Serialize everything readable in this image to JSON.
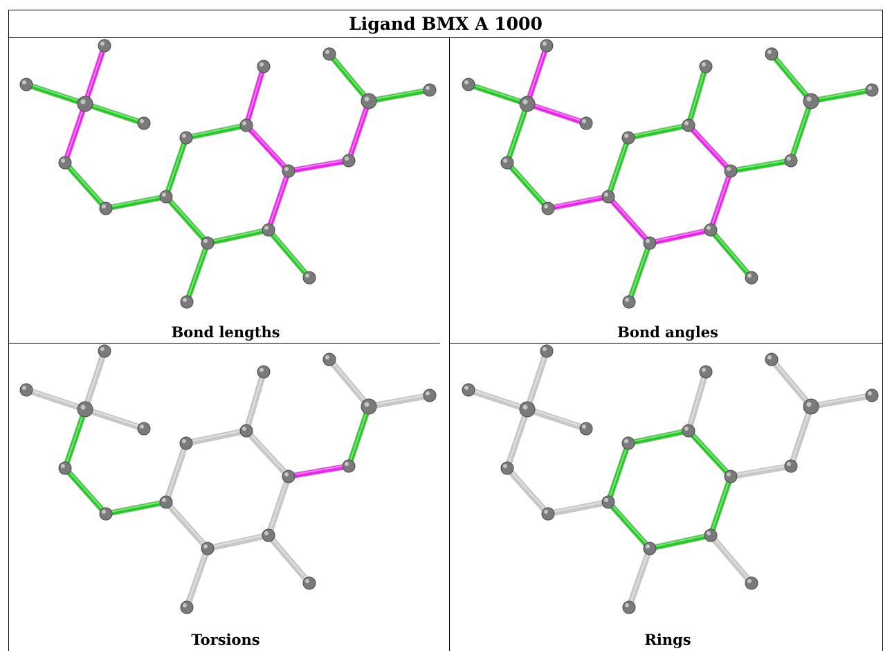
{
  "title": "Ligand BMX A 1000",
  "colors": {
    "green": "#22cc22",
    "magenta": "#ee22ee",
    "gray": "#c8c8c8",
    "atom": "#7a7a7a"
  },
  "atoms": [
    "a0",
    "a1",
    "a2",
    "a3",
    "a4",
    "a5",
    "a6",
    "a7",
    "a8",
    "a9",
    "a10",
    "a11",
    "a12",
    "a13",
    "a14",
    "a15",
    "a16",
    "a17"
  ],
  "bonds": [
    [
      "a0",
      "a3"
    ],
    [
      "a1",
      "a3"
    ],
    [
      "a2",
      "a3"
    ],
    [
      "a3",
      "a4"
    ],
    [
      "a4",
      "a5"
    ],
    [
      "a5",
      "a6"
    ],
    [
      "a6",
      "a7"
    ],
    [
      "a7",
      "a8"
    ],
    [
      "a8",
      "a9"
    ],
    [
      "a9",
      "a10"
    ],
    [
      "a10",
      "a11"
    ],
    [
      "a11",
      "a6"
    ],
    [
      "a8",
      "a12"
    ],
    [
      "a9",
      "a13"
    ],
    [
      "a10",
      "a14"
    ],
    [
      "a13",
      "a15"
    ],
    [
      "a15",
      "a16"
    ],
    [
      "a15",
      "a17"
    ]
  ],
  "panels": [
    {
      "caption": "Bond lengths",
      "bond_colors": [
        "magenta",
        "green",
        "green",
        "magenta",
        "green",
        "green",
        "green",
        "green",
        "magenta",
        "magenta",
        "green",
        "green",
        "magenta",
        "magenta",
        "green",
        "magenta",
        "green",
        "green"
      ]
    },
    {
      "caption": "Bond angles",
      "bond_colors": [
        "magenta",
        "green",
        "magenta",
        "green",
        "green",
        "magenta",
        "green",
        "green",
        "magenta",
        "magenta",
        "magenta",
        "magenta",
        "green",
        "green",
        "green",
        "green",
        "green",
        "green"
      ]
    },
    {
      "caption": "Torsions",
      "bond_colors": [
        "gray",
        "gray",
        "gray",
        "green",
        "green",
        "green",
        "gray",
        "gray",
        "gray",
        "gray",
        "gray",
        "gray",
        "gray",
        "magenta",
        "gray",
        "green",
        "gray",
        "gray"
      ]
    },
    {
      "caption": "Rings",
      "bond_colors": [
        "gray",
        "gray",
        "gray",
        "gray",
        "gray",
        "gray",
        "green",
        "green",
        "green",
        "green",
        "green",
        "green",
        "gray",
        "gray",
        "gray",
        "gray",
        "gray",
        "gray"
      ]
    }
  ]
}
